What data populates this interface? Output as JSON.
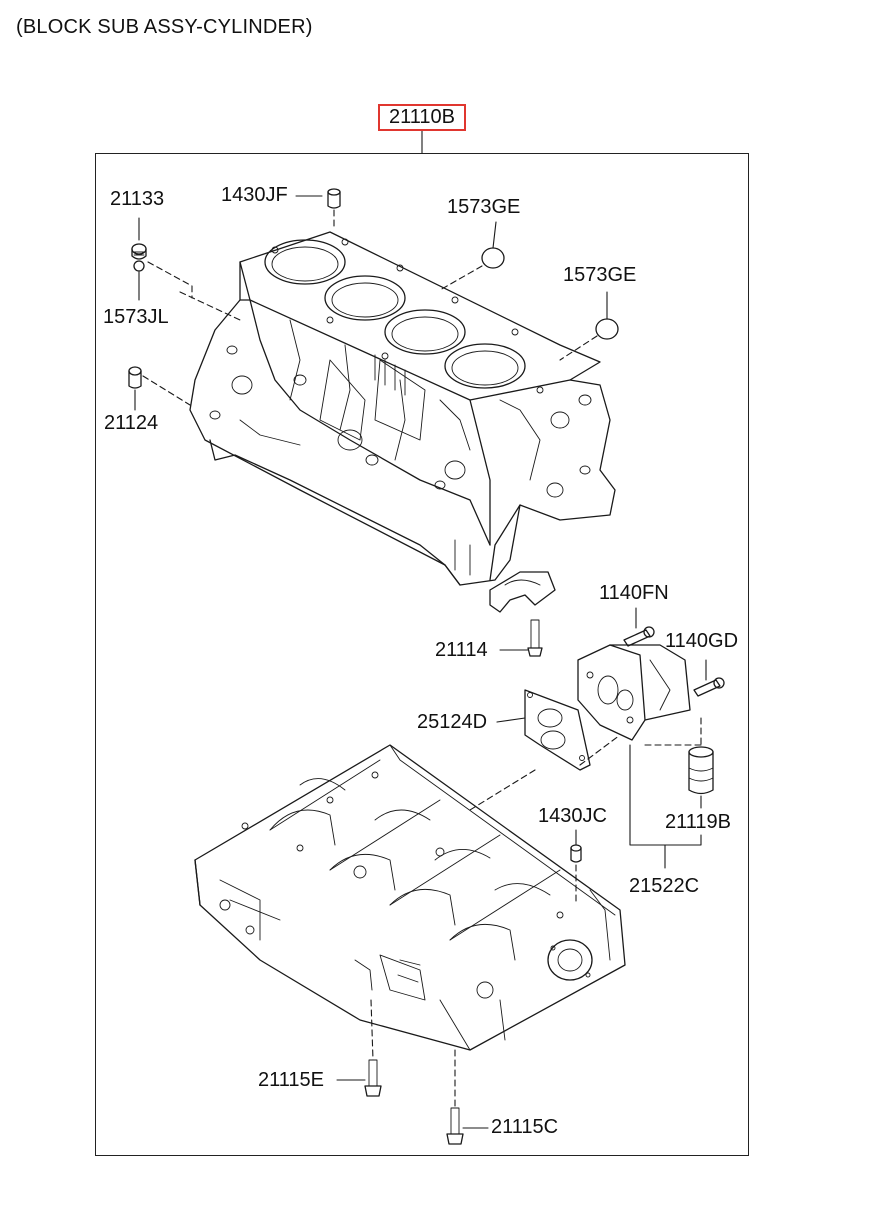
{
  "title": "(BLOCK SUB ASSY-CYLINDER)",
  "assembly": {
    "part_no": "21110B",
    "highlight_color": "#e0362f"
  },
  "parts": {
    "p21133": "21133",
    "p1430JF": "1430JF",
    "p1573GE_a": "1573GE",
    "p1573GE_b": "1573GE",
    "p1573JL": "1573JL",
    "p21124": "21124",
    "p1140FN": "1140FN",
    "p21114": "21114",
    "p1140GD": "1140GD",
    "p25124D": "25124D",
    "p1430JC": "1430JC",
    "p21119B": "21119B",
    "p21522C": "21522C",
    "p21115E": "21115E",
    "p21115C": "21115C"
  }
}
